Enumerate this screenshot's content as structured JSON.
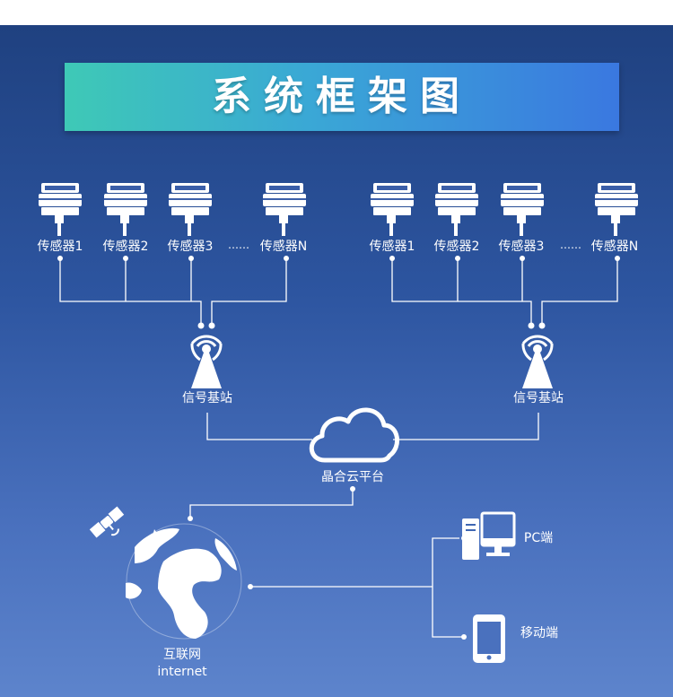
{
  "title": "系统框架图",
  "groups": [
    {
      "sensors": [
        "传感器1",
        "传感器2",
        "传感器3",
        "传感器N"
      ],
      "ellipsis": "……",
      "station": "信号基站"
    },
    {
      "sensors": [
        "传感器1",
        "传感器2",
        "传感器3",
        "传感器N"
      ],
      "ellipsis": "……",
      "station": "信号基站"
    }
  ],
  "cloud": {
    "label": "晶合云平台"
  },
  "internet": {
    "label_cn": "互联网",
    "label_en": "internet"
  },
  "terminals": {
    "pc": "PC端",
    "mobile": "移动端"
  },
  "icons": [
    "sensor-icon",
    "signal-tower-icon",
    "cloud-icon",
    "satellite-icon",
    "globe-icon",
    "pc-icon",
    "mobile-icon"
  ],
  "colors": {
    "background_top": "#1f4180",
    "background_bottom": "#5d84cc",
    "title_left": "#3ec9b6",
    "title_right": "#3a78e0",
    "lines": "#ffffff"
  }
}
